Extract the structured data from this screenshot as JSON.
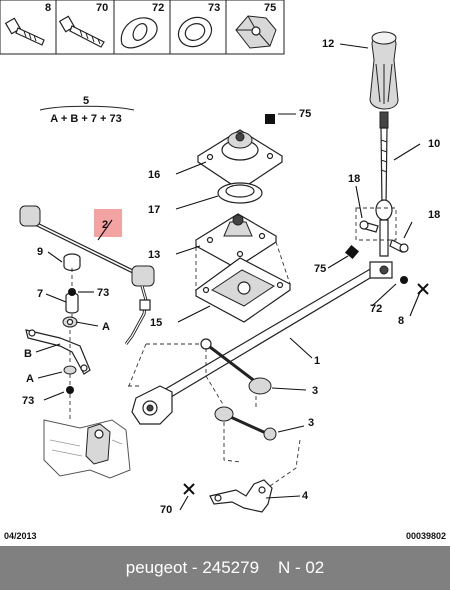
{
  "header_parts": [
    {
      "ref": "8"
    },
    {
      "ref": "70"
    },
    {
      "ref": "72"
    },
    {
      "ref": "73"
    },
    {
      "ref": "75"
    }
  ],
  "formula": {
    "top": "5",
    "bottom": "A + B + 7 + 73"
  },
  "callouts": {
    "c12": "12",
    "c75a": "75",
    "c10": "10",
    "c16": "16",
    "c17": "17",
    "c18a": "18",
    "c18b": "18",
    "c2": "2",
    "c13": "13",
    "c9": "9",
    "c75b": "75",
    "c7": "7",
    "c73a": "73",
    "cA1": "A",
    "c72": "72",
    "c8": "8",
    "c15": "15",
    "cB": "B",
    "c1": "1",
    "cA2": "A",
    "c73b": "73",
    "c3a": "3",
    "c3b": "3",
    "c70": "70",
    "c4": "4"
  },
  "highlight_color": "#f4a3a3",
  "date_code": "04/2013",
  "doc_number": "00039802",
  "footer": {
    "brand": "peugeot",
    "separator1": " - ",
    "part_number": "245279",
    "separator2": "    ",
    "page": "N - 02"
  }
}
